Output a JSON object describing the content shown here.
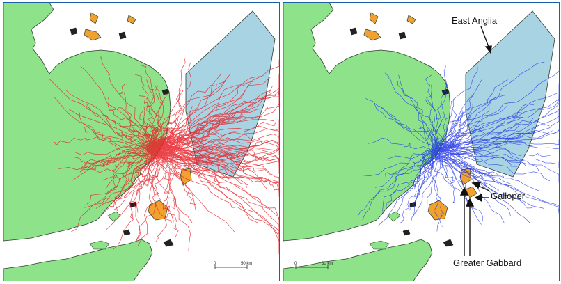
{
  "colors": {
    "sea": "#ffffff",
    "land": "#8ee38a",
    "coastline": "#2f3b2f",
    "wind_farm_zone": "#a8d3e2",
    "wind_farm_small": "#f0a12e",
    "left_tracks": "#e8222a",
    "right_tracks": "#1f33e6",
    "frame": "#1a5fa8"
  },
  "maps": [
    {
      "id": "left",
      "track_color_name": "red",
      "scale": {
        "zero": "0",
        "distance": "50 km"
      }
    },
    {
      "id": "right",
      "track_color_name": "blue",
      "scale": {
        "zero": "0",
        "distance": "50 km"
      },
      "labels": {
        "east_anglia": "East Anglia",
        "galloper": "Galloper",
        "greater_gabbard": "Greater Gabbard"
      }
    }
  ]
}
